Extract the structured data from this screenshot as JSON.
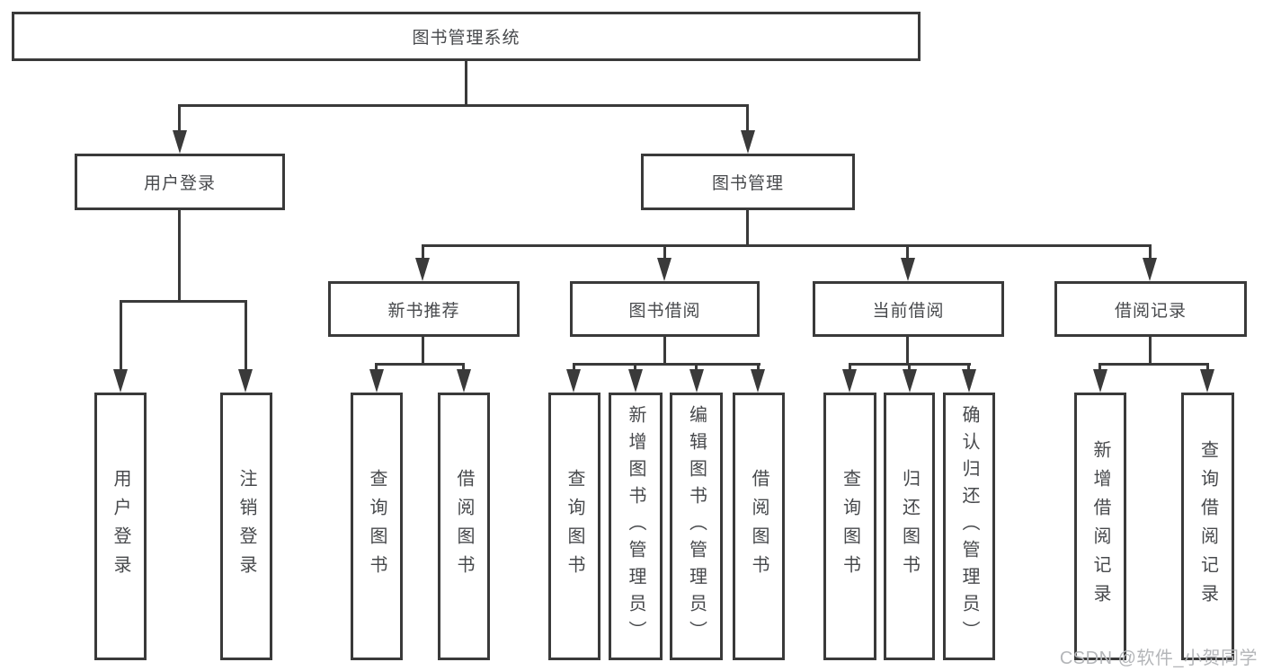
{
  "diagram": {
    "root": "图书管理系统",
    "tree": {
      "login": {
        "label": "用户登录",
        "children": [
          "用户登录",
          "注销登录"
        ]
      },
      "manage": {
        "label": "图书管理",
        "groups": [
          {
            "label": "新书推荐",
            "children": [
              "查询图书",
              "借阅图书"
            ]
          },
          {
            "label": "图书借阅",
            "children": [
              "查询图书",
              "新增图书（管理员）",
              "编辑图书（管理员）",
              "借阅图书"
            ]
          },
          {
            "label": "当前借阅",
            "children": [
              "查询图书",
              "归还图书",
              "确认归还（管理员）"
            ]
          },
          {
            "label": "借阅记录",
            "children": [
              "新增借阅记录",
              "查询借阅记录"
            ]
          }
        ]
      }
    }
  },
  "watermark": "CSDN @软件_小贺同学",
  "colors": {
    "line": "#3a3a3a",
    "text": "#47494c",
    "watermark": "#b4b6b9",
    "background": "#ffffff"
  }
}
